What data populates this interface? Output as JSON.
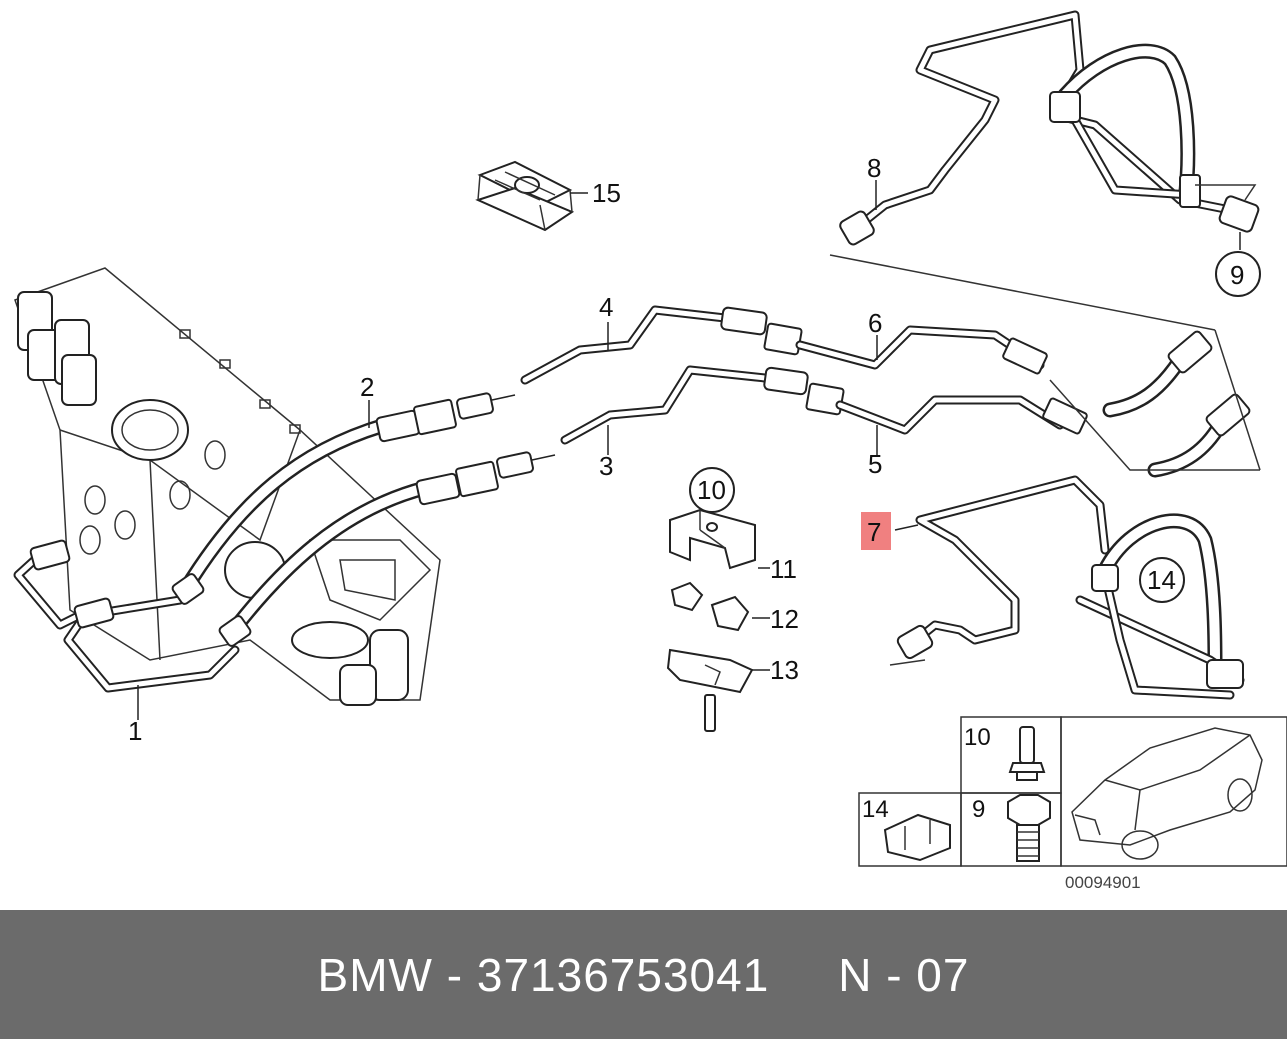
{
  "diagram": {
    "part_numbers": {
      "p1": "1",
      "p2": "2",
      "p3": "3",
      "p4": "4",
      "p5": "5",
      "p6": "6",
      "p7": "7",
      "p8": "8",
      "p9": "9",
      "p10": "10",
      "p11": "11",
      "p12": "12",
      "p13": "13",
      "p14": "14",
      "p15": "15"
    },
    "inset": {
      "l10": "10",
      "l9": "9",
      "l14": "14"
    },
    "drawing_number": "00094901",
    "highlight_color": "#f08080"
  },
  "footer": {
    "brand": "BMW",
    "separator": "-",
    "part_number": "37136753041",
    "position_label": "N - 07"
  }
}
